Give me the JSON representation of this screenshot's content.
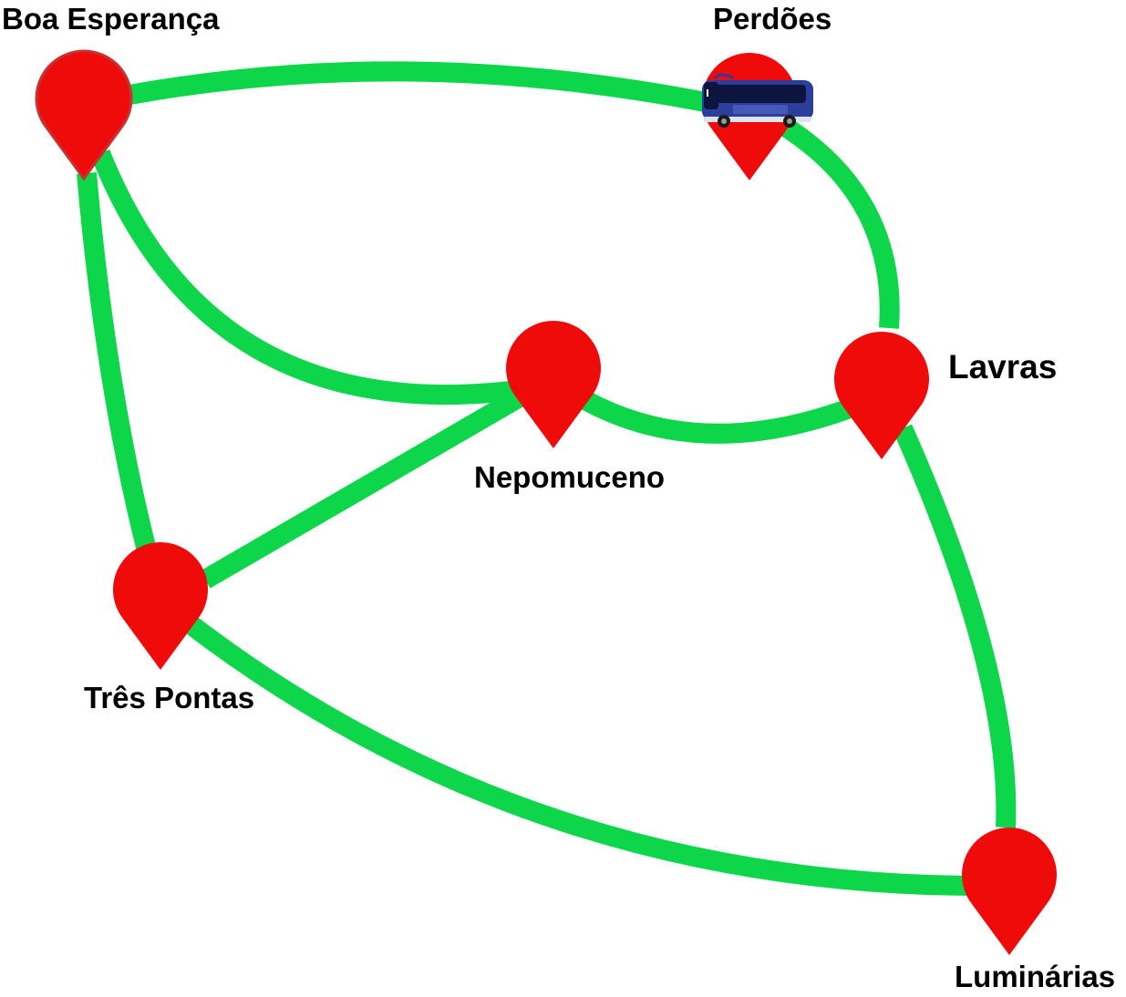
{
  "colors": {
    "route": "#0ed64a",
    "pin": "#f00b0b",
    "pin_outline": "#c83232",
    "label": "#000000",
    "bus_body": "#2b3f9a",
    "bus_window": "#0d1440"
  },
  "cities": {
    "boa_esperanca": {
      "label": "Boa Esperança",
      "icon": "map-pin-icon"
    },
    "perdoes": {
      "label": "Perdões",
      "icon": "map-pin-icon",
      "marker": "bus-icon"
    },
    "nepomuceno": {
      "label": "Nepomuceno",
      "icon": "map-pin-icon"
    },
    "lavras": {
      "label": "Lavras",
      "icon": "map-pin-icon"
    },
    "tres_pontas": {
      "label": "Três Pontas",
      "icon": "map-pin-icon"
    },
    "luminarias": {
      "label": "Luminárias",
      "icon": "map-pin-icon"
    }
  },
  "routes": [
    {
      "from": "Boa Esperança",
      "to": "Perdões"
    },
    {
      "from": "Boa Esperança",
      "to": "Nepomuceno"
    },
    {
      "from": "Boa Esperança",
      "to": "Três Pontas"
    },
    {
      "from": "Perdões",
      "to": "Lavras"
    },
    {
      "from": "Nepomuceno",
      "to": "Lavras"
    },
    {
      "from": "Nepomuceno",
      "to": "Três Pontas"
    },
    {
      "from": "Três Pontas",
      "to": "Luminárias"
    },
    {
      "from": "Lavras",
      "to": "Luminárias"
    }
  ]
}
